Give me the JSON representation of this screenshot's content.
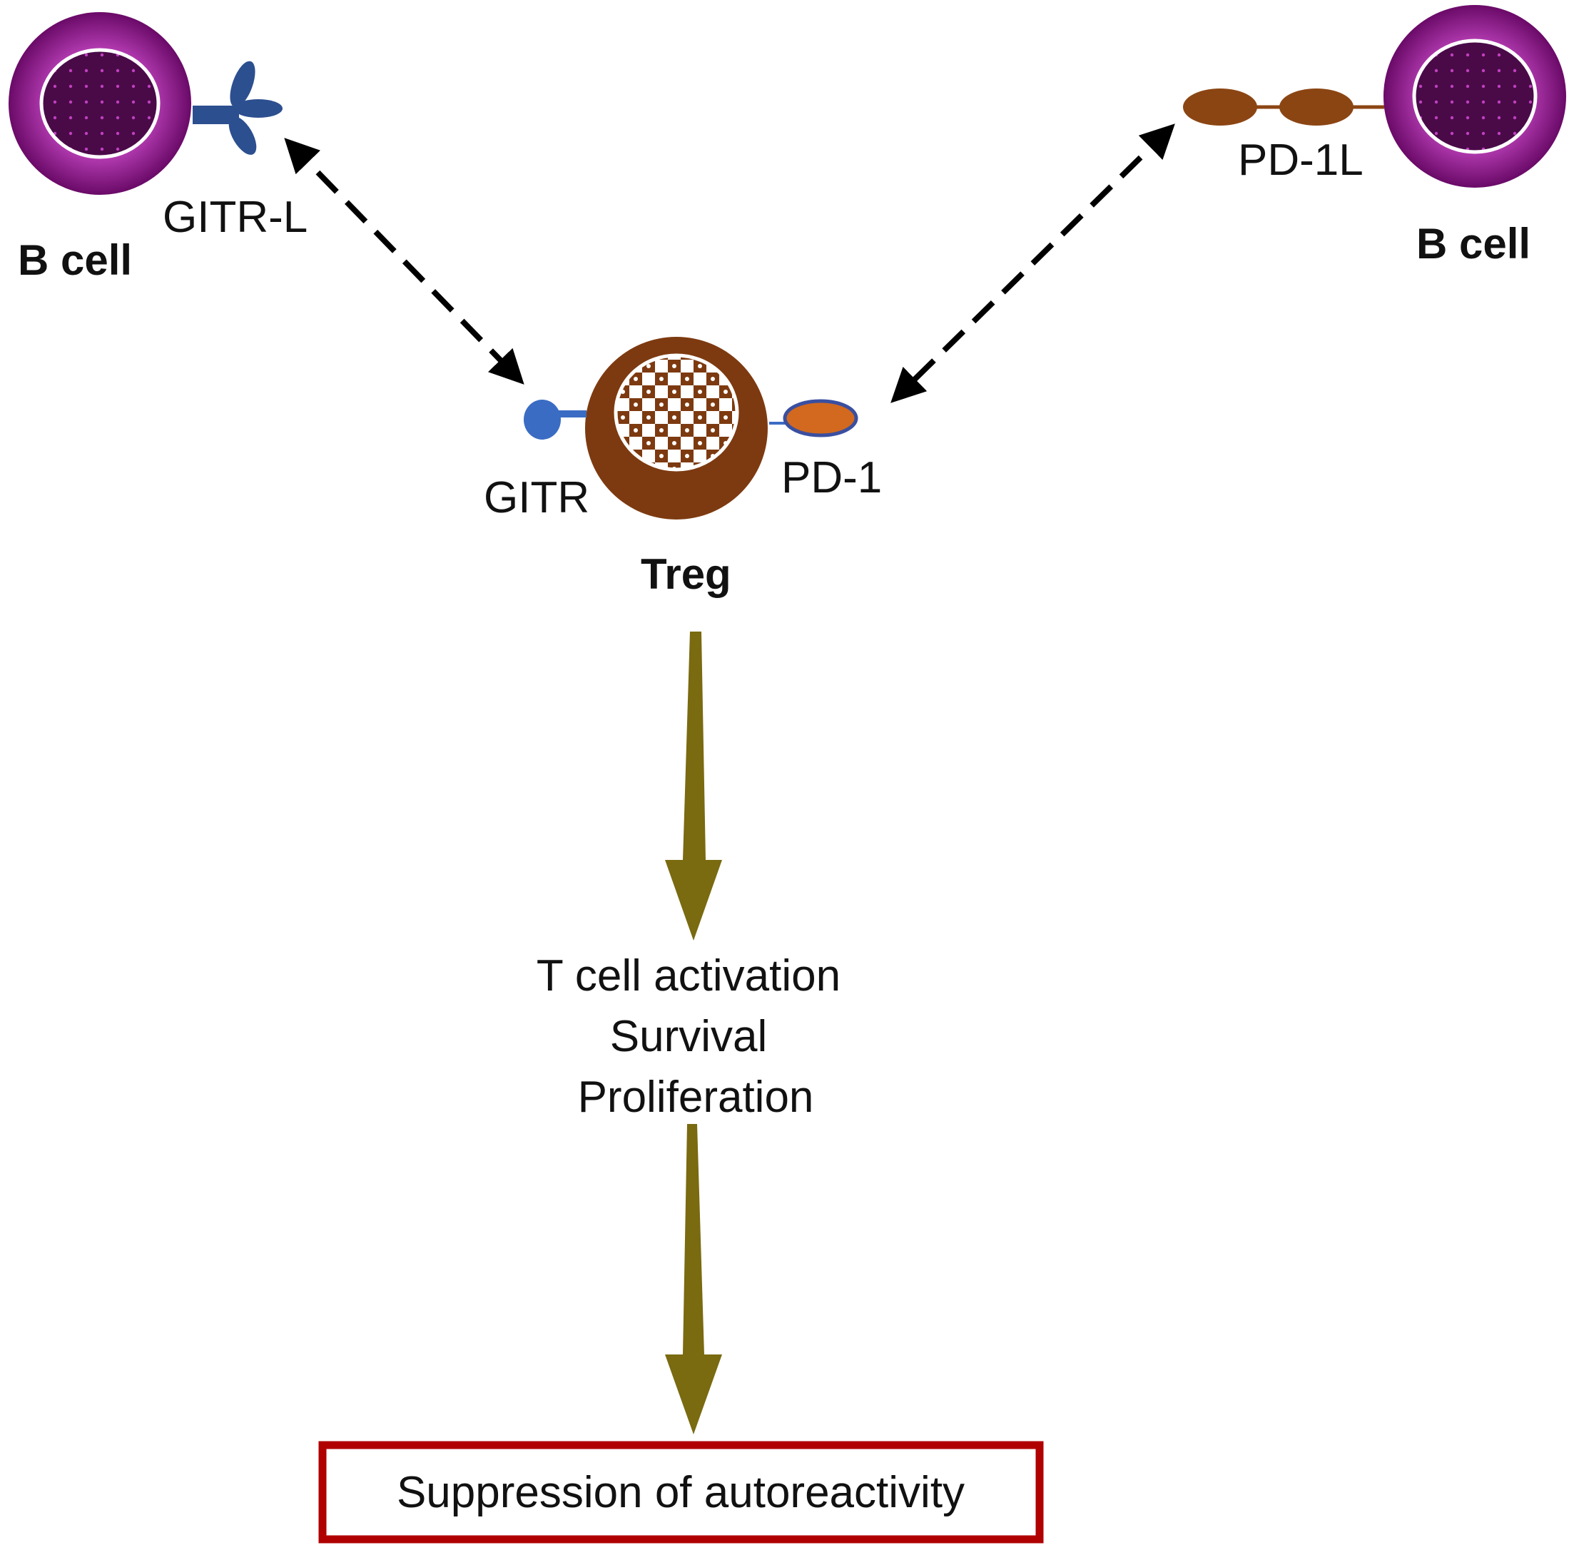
{
  "cells": {
    "b_cell_left": {
      "label": "B cell",
      "ligand": "GITR-L"
    },
    "b_cell_right": {
      "label": "B cell",
      "ligand": "PD-1L"
    },
    "treg": {
      "label": "Treg",
      "receptor_left": "GITR",
      "receptor_right": "PD-1"
    }
  },
  "outcomes": {
    "lines": [
      "T cell activation",
      "Survival",
      "Proliferation"
    ],
    "final": "Suppression of autoreactivity"
  },
  "colors": {
    "b_cell_body": "#8a1a86",
    "b_cell_nucleus": "#4a0a48",
    "treg_body": "#7d3a10",
    "gitr": "#3a6cc4",
    "gitr_l": "#2c4f8f",
    "pd1": "#d2691e",
    "pd1l": "#8b4513",
    "flow_arrow": "#7a6a10",
    "result_box_border": "#b00000"
  }
}
